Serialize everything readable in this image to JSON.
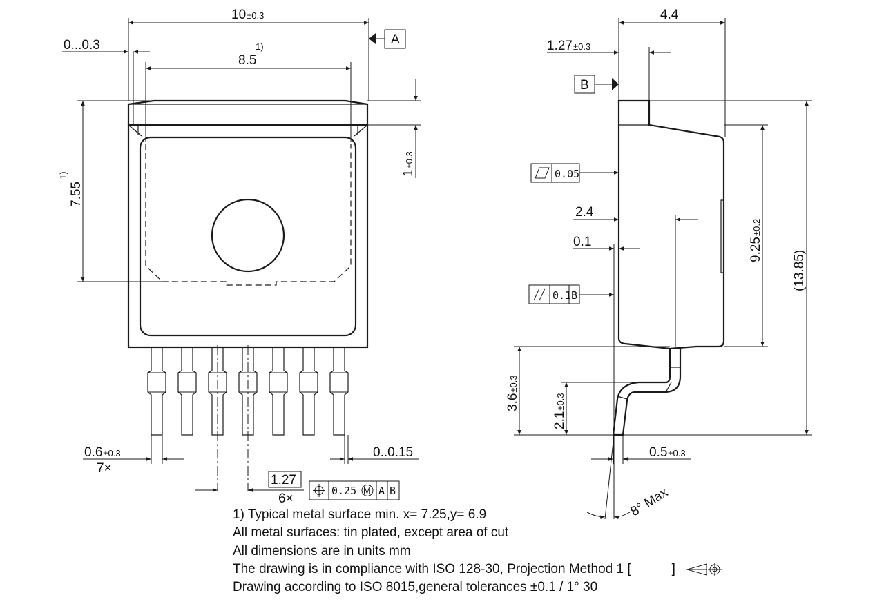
{
  "front_view": {
    "width": "10",
    "width_tol": "±0.3",
    "offset": "0...0.3",
    "inner_width": "8.5",
    "inner_width_note": "1)",
    "height": "7.55",
    "height_note": "1)",
    "tab": "1",
    "tab_tol": "±0.3",
    "lead_width": "0.6",
    "lead_width_tol": "±0.3",
    "lead_count": "7×",
    "lead_offset": "0..0.15",
    "pitch": "1.27",
    "pitch_count": "6×",
    "pitch_tolerance": "0.25",
    "pitch_material": "M",
    "pitch_datum_a": "A",
    "pitch_datum_b": "B"
  },
  "side_view": {
    "thickness": "4.4",
    "tab_thickness": "1.27",
    "tab_thickness_tol": "±0.3",
    "datum_a": "A",
    "datum_b": "B",
    "flatness": "0.05",
    "offset_2_4": "2.4",
    "offset_0_1": "0.1",
    "parallelism": "0.1",
    "parallelism_datum": "B",
    "body_height": "9.25",
    "body_height_tol": "±0.2",
    "overall_height": "(13.85)",
    "lead_height": "3.6",
    "lead_height_tol": "±0.3",
    "lead_bend": "2.1",
    "lead_bend_tol": "±0.3",
    "lead_thickness": "0.5",
    "lead_thickness_tol": "±0.3",
    "angle": "8° Max"
  },
  "notes": [
    "1) Typical metal surface min. x= 7.25,y= 6.9",
    "All metal surfaces: tin plated, except area of cut",
    "All dimensions are in units mm",
    "The drawing is in compliance with ISO 128-30, Projection Method 1 [",
    "]",
    "Drawing according to ISO 8015,general tolerances ±0.1 / 1° 30"
  ]
}
